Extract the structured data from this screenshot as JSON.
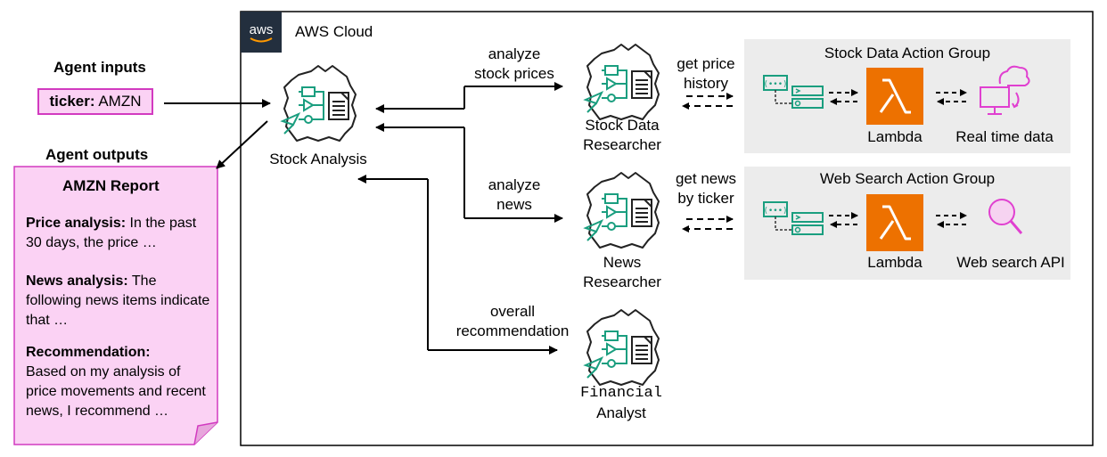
{
  "cloud": {
    "label": "AWS Cloud",
    "logo_text": "aws"
  },
  "inputs": {
    "heading": "Agent inputs",
    "ticker_key": "ticker:",
    "ticker_value": "AMZN"
  },
  "outputs": {
    "heading": "Agent outputs",
    "report_title": "AMZN Report",
    "price_label": "Price analysis:",
    "price_text": "In the past 30 days, the price …",
    "news_label": "News analysis:",
    "news_text": "The following news items indicate that …",
    "rec_label": "Recommendation:",
    "rec_text": "Based on my analysis of price movements and recent news, I recommend …"
  },
  "agents": {
    "supervisor": "Stock Analysis",
    "stock_researcher_line1": "Stock Data",
    "stock_researcher_line2": "Researcher",
    "news_researcher_line1": "News",
    "news_researcher_line2": "Researcher",
    "analyst_line1": "Financial",
    "analyst_line2": "Analyst"
  },
  "edges": {
    "analyze_prices_1": "analyze",
    "analyze_prices_2": "stock prices",
    "analyze_news_1": "analyze",
    "analyze_news_2": "news",
    "overall_1": "overall",
    "overall_2": "recommendation",
    "price_history_1": "get price",
    "price_history_2": "history",
    "get_news_1": "get news",
    "get_news_2": "by ticker"
  },
  "groups": {
    "stock": {
      "title": "Stock Data Action Group",
      "lambda": "Lambda",
      "target": "Real time data"
    },
    "web": {
      "title": "Web Search Action Group",
      "lambda": "Lambda",
      "target": "Web search API"
    }
  },
  "colors": {
    "agent_teal": "#1a9e7f",
    "lambda_orange": "#ed7100",
    "pink": "#e040d0",
    "report_fill": "#fbd2f4",
    "group_fill": "#ececec"
  },
  "icons": [
    "agent-icon",
    "lambda-icon",
    "api-schema-icon",
    "monitor-cloud-icon",
    "search-icon",
    "aws-logo-icon"
  ]
}
